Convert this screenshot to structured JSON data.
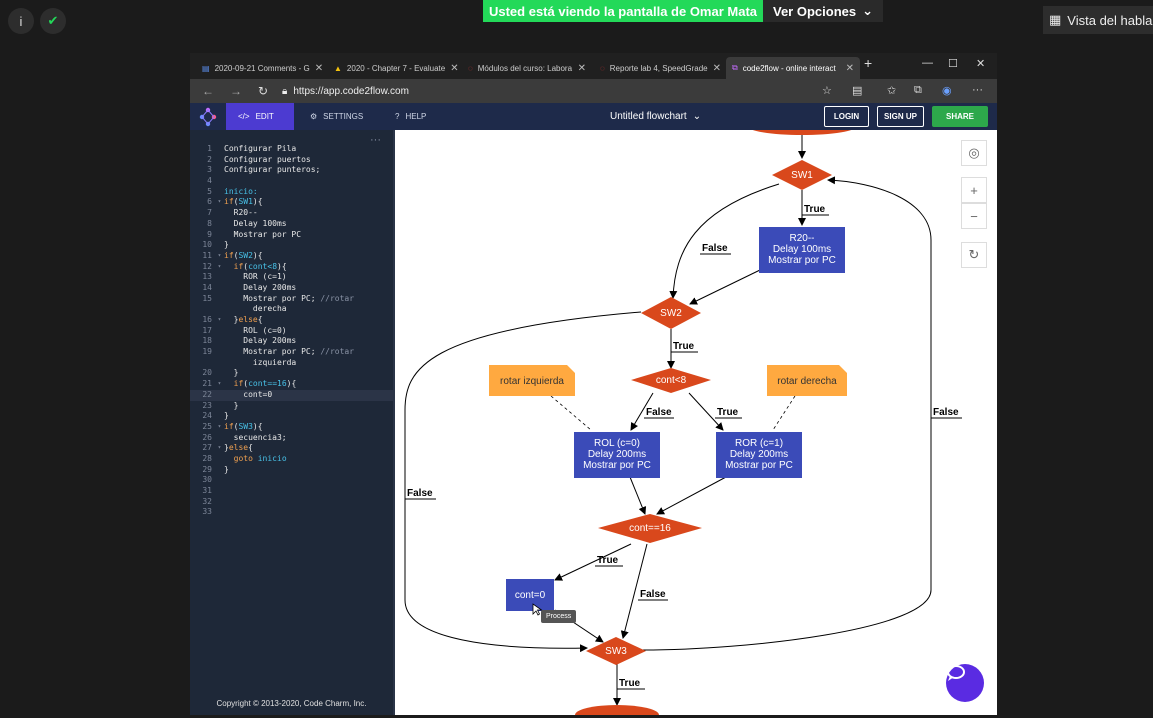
{
  "zoom": {
    "info_icon": "info-icon",
    "security_icon": "shield-check-icon",
    "banner_text": "Usted está viendo la pantalla de Omar Mata",
    "options_label": "Ver Opciones",
    "speaker_view_label": "Vista del hablan"
  },
  "browser": {
    "tabs": [
      {
        "label": "2020-09-21 Comments - G",
        "icon": "doc-icon"
      },
      {
        "label": "2020 - Chapter 7 - Evaluate",
        "icon": "drive-icon"
      },
      {
        "label": "Módulos del curso: Labora",
        "icon": "canvas-icon"
      },
      {
        "label": "Reporte lab 4, SpeedGrade",
        "icon": "canvas-icon"
      },
      {
        "label": "code2flow - online interact",
        "icon": "code2flow-icon"
      }
    ],
    "url": "https://app.code2flow.com"
  },
  "app": {
    "tabs": [
      {
        "label": "EDIT",
        "icon": "code-icon"
      },
      {
        "label": "SETTINGS",
        "icon": "gear-icon"
      },
      {
        "label": "HELP",
        "icon": "help-icon"
      }
    ],
    "doc_title": "Untitled flowchart",
    "login_label": "LOGIN",
    "signup_label": "SIGN UP",
    "share_label": "SHARE"
  },
  "editor": {
    "dots": "···",
    "footer": "Copyright © 2013-2020, Code Charm, Inc.",
    "lines": [
      {
        "n": "1",
        "t": "Configurar Pila"
      },
      {
        "n": "2",
        "t": "Configurar puertos"
      },
      {
        "n": "3",
        "t": "Configurar punteros;"
      },
      {
        "n": "4",
        "t": ""
      },
      {
        "n": "5",
        "t": "inicio:"
      },
      {
        "n": "6",
        "t": "if(SW1){"
      },
      {
        "n": "7",
        "t": "  R20--"
      },
      {
        "n": "8",
        "t": "  Delay 100ms"
      },
      {
        "n": "9",
        "t": "  Mostrar por PC"
      },
      {
        "n": "10",
        "t": "}"
      },
      {
        "n": "11",
        "t": "if(SW2){"
      },
      {
        "n": "12",
        "t": "  if(cont<8){"
      },
      {
        "n": "13",
        "t": "    ROR (c=1)"
      },
      {
        "n": "14",
        "t": "    Delay 200ms"
      },
      {
        "n": "15",
        "t": "    Mostrar por PC; //rotar"
      },
      {
        "n": "",
        "t": "      derecha"
      },
      {
        "n": "16",
        "t": "  }else{"
      },
      {
        "n": "17",
        "t": "    ROL (c=0)"
      },
      {
        "n": "18",
        "t": "    Delay 200ms"
      },
      {
        "n": "19",
        "t": "    Mostrar por PC; //rotar"
      },
      {
        "n": "",
        "t": "      izquierda"
      },
      {
        "n": "20",
        "t": "  }"
      },
      {
        "n": "21",
        "t": "  if(cont==16){"
      },
      {
        "n": "22",
        "t": "    cont=0"
      },
      {
        "n": "23",
        "t": "  }"
      },
      {
        "n": "24",
        "t": "}"
      },
      {
        "n": "25",
        "t": "if(SW3){"
      },
      {
        "n": "26",
        "t": "  secuencia3;"
      },
      {
        "n": "27",
        "t": "}else{"
      },
      {
        "n": "28",
        "t": "  goto inicio"
      },
      {
        "n": "29",
        "t": "}"
      },
      {
        "n": "30",
        "t": ""
      },
      {
        "n": "31",
        "t": ""
      },
      {
        "n": "32",
        "t": ""
      },
      {
        "n": "33",
        "t": ""
      }
    ]
  },
  "flowchart": {
    "sw1": "SW1",
    "box_r20": [
      "R20--",
      "Delay 100ms",
      "Mostrar por PC"
    ],
    "sw2": "SW2",
    "cont8": "cont<8",
    "note_left": "rotar izquierda",
    "note_right": "rotar derecha",
    "box_rol": [
      "ROL (c=0)",
      "Delay 200ms",
      "Mostrar por PC"
    ],
    "box_ror": [
      "ROR (c=1)",
      "Delay 200ms",
      "Mostrar por PC"
    ],
    "cont16": "cont==16",
    "box_cont0": "cont=0",
    "sw3": "SW3",
    "label_true": "True",
    "label_false": "False",
    "tooltip": "Process",
    "colors": {
      "decision": "#d9481c",
      "process": "#3b4bb8",
      "note": "#ffa940"
    }
  },
  "canvas_controls": {
    "target_icon": "target-icon",
    "zoom_in": "+",
    "zoom_out": "−",
    "reset_icon": "refresh-icon",
    "chat_icon": "chat-icon"
  }
}
